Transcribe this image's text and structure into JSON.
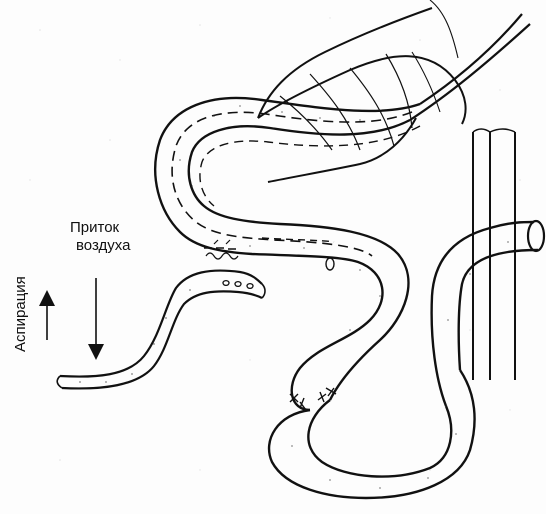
{
  "labels": {
    "air_inflow_line1": "Приток",
    "air_inflow_line2": "воздуха",
    "aspiration": "Аспирация"
  },
  "colors": {
    "ink": "#111111",
    "paper": "#fdfdfd"
  }
}
